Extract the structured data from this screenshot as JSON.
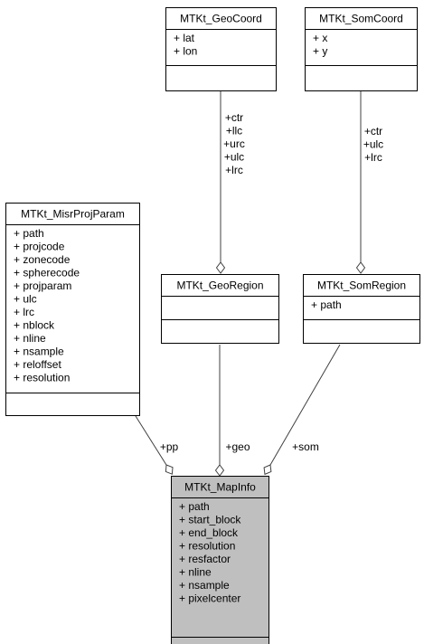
{
  "classes": {
    "geocoord": {
      "name": "MTKt_GeoCoord",
      "attributes": [
        "+ lat",
        "+ lon"
      ],
      "highlight": false
    },
    "somcoord": {
      "name": "MTKt_SomCoord",
      "attributes": [
        "+ x",
        "+ y"
      ],
      "highlight": false
    },
    "misrprojparam": {
      "name": "MTKt_MisrProjParam",
      "attributes": [
        "+ path",
        "+ projcode",
        "+ zonecode",
        "+ spherecode",
        "+ projparam",
        "+ ulc",
        "+ lrc",
        "+ nblock",
        "+ nline",
        "+ nsample",
        "+ reloffset",
        "+ resolution"
      ],
      "highlight": false
    },
    "georegion": {
      "name": "MTKt_GeoRegion",
      "attributes": [],
      "highlight": false
    },
    "somregion": {
      "name": "MTKt_SomRegion",
      "attributes": [
        "+ path"
      ],
      "highlight": false
    },
    "mapinfo": {
      "name": "MTKt_MapInfo",
      "attributes": [
        "+ path",
        "+ start_block",
        "+ end_block",
        "+ resolution",
        "+ resfactor",
        "+ nline",
        "+ nsample",
        "+ pixelcenter"
      ],
      "highlight": true
    }
  },
  "edges": [
    {
      "id": "geocoord-georegion",
      "labels": [
        "+ctr",
        "+llc",
        "+urc",
        "+ulc",
        "+lrc"
      ]
    },
    {
      "id": "somcoord-somregion",
      "labels": [
        "+ctr",
        "+ulc",
        "+lrc"
      ]
    },
    {
      "id": "misrprojparam-mapinfo",
      "labels": [
        "+pp"
      ]
    },
    {
      "id": "georegion-mapinfo",
      "labels": [
        "+geo"
      ]
    },
    {
      "id": "somregion-mapinfo",
      "labels": [
        "+som"
      ]
    }
  ],
  "colors": {
    "highlight_fill": "#bfbfbf",
    "edge": "#404040"
  }
}
